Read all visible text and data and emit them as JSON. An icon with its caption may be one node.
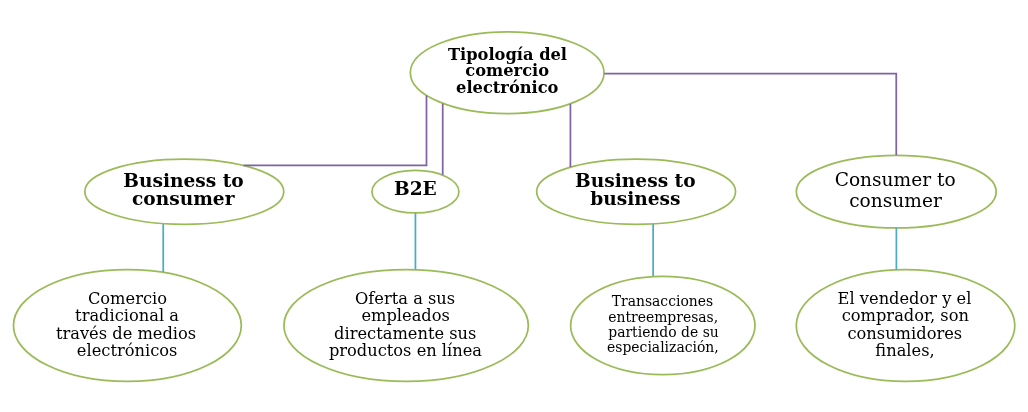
{
  "diagram": {
    "nodes": [
      {
        "text": [
          "Tipología del comercio electrónico"
        ]
      },
      {
        "text": [
          "Business to consumer"
        ]
      },
      {
        "text": [
          "B2E"
        ]
      },
      {
        "text": [
          "Business to business"
        ]
      },
      {
        "text": [
          "Consumer to consumer"
        ]
      },
      {
        "text": [
          "Comercio tradicional a través de medios electrónicos"
        ]
      },
      {
        "text": [
          "Oferta a sus empleados directamente sus productos en línea"
        ]
      },
      {
        "text": [
          "Transacciones entreempresas, partiendo de su especialización,"
        ]
      },
      {
        "text": [
          "El vendedor y el comprador, son consumidores finales,"
        ]
      }
    ],
    "edges": [
      {
        "from": 0,
        "to": 1,
        "arrow": "none"
      },
      {
        "from": 0,
        "to": 2,
        "arrow": "none"
      },
      {
        "from": 0,
        "to": 3,
        "arrow": "none"
      },
      {
        "from": 0,
        "to": 4,
        "arrow": "none"
      },
      {
        "from": 1,
        "to": 5,
        "arrow": "none",
        "color": "#4bacc6"
      },
      {
        "from": 2,
        "to": 6,
        "arrow": "none",
        "color": "#4bacc6"
      },
      {
        "from": 3,
        "to": 7,
        "arrow": "none",
        "color": "#4bacc6"
      },
      {
        "from": 4,
        "to": 8,
        "arrow": "none",
        "color": "#4bacc6"
      }
    ]
  }
}
